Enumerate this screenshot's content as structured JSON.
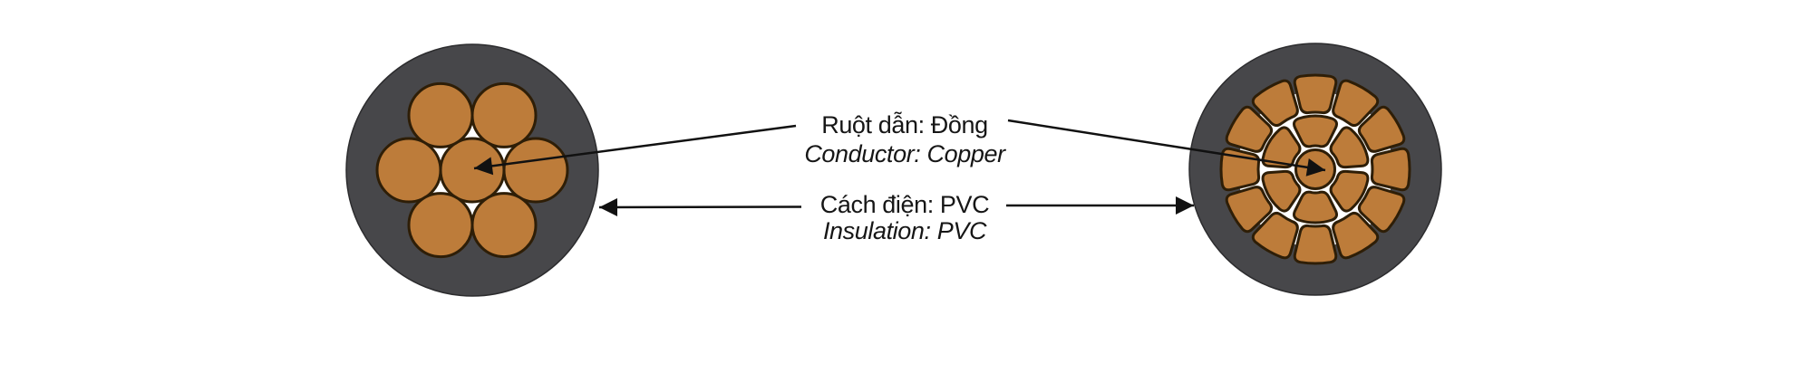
{
  "labels": {
    "conductor_vi": "Ruột dẫn: Đồng",
    "conductor_en": "Conductor: Copper",
    "insulation_vi": "Cách điện: PVC",
    "insulation_en": "Insulation: PVC"
  },
  "cables": {
    "left": {
      "strand_count": 7
    },
    "right": {
      "strand_count": 19
    }
  },
  "colors": {
    "insulation": "#47474a",
    "insulation_edge": "#2c2c2e",
    "copper": "#bd7c3a",
    "strand_outline": "#2e1e07",
    "conductor_gap": "#ffffff",
    "arrow": "#111111",
    "text": "#161616",
    "background": "#ffffff"
  }
}
